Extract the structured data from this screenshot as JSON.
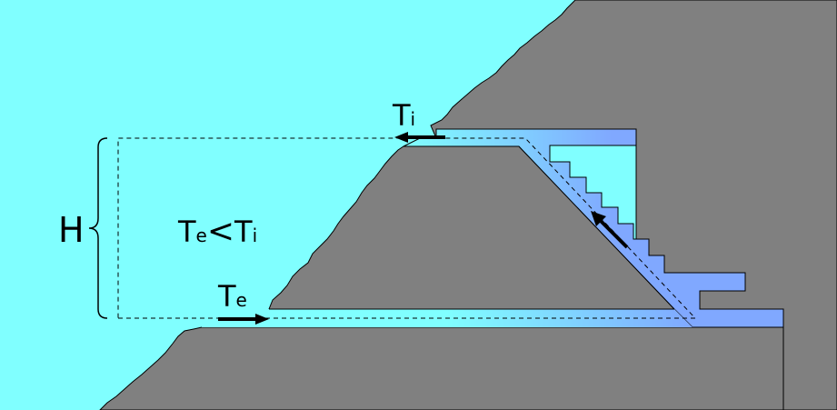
{
  "diagram": {
    "labels": {
      "height": "H",
      "temp_interior_main": "T",
      "temp_interior_sub": "i",
      "temp_exterior_main": "T",
      "temp_exterior_sub": "e",
      "relation_t1": "T",
      "relation_t1_sub": "e",
      "relation_op": "<",
      "relation_t2": "T",
      "relation_t2_sub": "i"
    },
    "colors": {
      "sea": "#80ffff",
      "rock": "#808080",
      "cave_air": "#80a8ff",
      "outline": "#000000"
    }
  }
}
